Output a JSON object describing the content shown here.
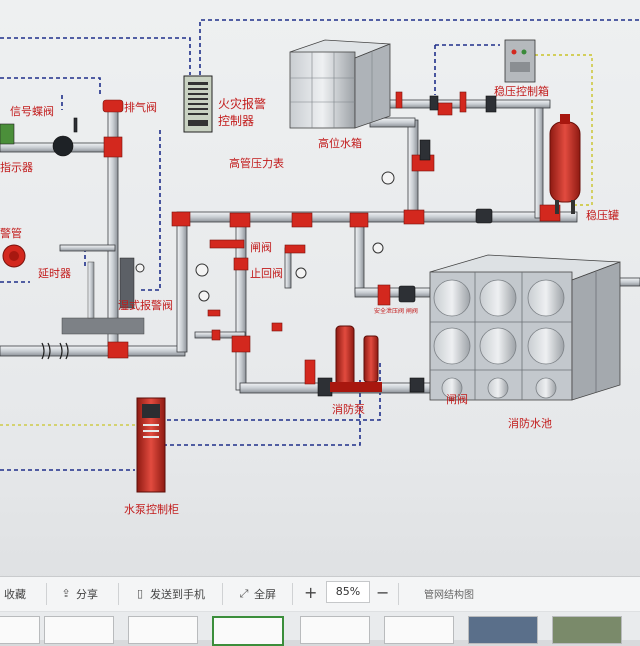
{
  "labels": {
    "signal_valve": "信号蝶阀",
    "vent_valve": "排气阀",
    "fire_alarm_panel": "火灾报警控制器",
    "high_tank": "高位水箱",
    "stab_control_box": "稳压控制箱",
    "indicator": "指示器",
    "high_pressure_gauge": "高管压力表",
    "alarm_pipe": "警管",
    "gate_valve_a": "闸阀",
    "check_valve": "止回阀",
    "delay_device": "延时器",
    "wet_alarm_valve": "湿式报警阀",
    "fire_pump": "消防泵",
    "gate_valve_b": "闸阀",
    "fire_pool": "消防水池",
    "pump_control_cabinet": "水泵控制柜",
    "stab_tank": "稳压罐",
    "small_valve_text": "安全泄压阀  闸阀"
  },
  "toolbar": {
    "favorite": "收藏",
    "share": "分享",
    "send_to_phone": "发送到手机",
    "fullscreen": "全屏",
    "zoom_in": "+",
    "zoom_value": "85%",
    "zoom_out": "−",
    "pipe_diagram": "管网结构图"
  },
  "icons": {
    "share": "share-icon",
    "send": "phone-icon",
    "fullscreen": "fullscreen-icon"
  },
  "colors": {
    "pipe": "#d5d9de",
    "pipe_edge": "#3b3e42",
    "fitting": "#d3281e",
    "signal_line": "#1f2f8a",
    "power_line": "#c9c428",
    "label": "#c21b1b"
  }
}
